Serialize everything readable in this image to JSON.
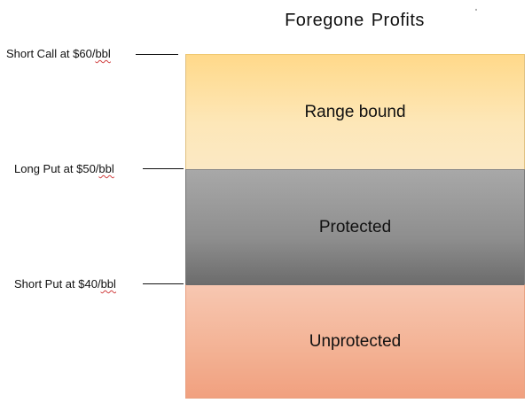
{
  "title": {
    "word1": "Foregone",
    "word2": "Profits"
  },
  "levels": [
    {
      "prefix": "Short Call at $60/",
      "unit": "bbl"
    },
    {
      "prefix": "Long Put at $50/",
      "unit": "bbl"
    },
    {
      "prefix": "Short Put at $40/",
      "unit": "bbl"
    }
  ],
  "bands": [
    {
      "label": "Range bound"
    },
    {
      "label": "Protected"
    },
    {
      "label": "Unprotected"
    }
  ]
}
